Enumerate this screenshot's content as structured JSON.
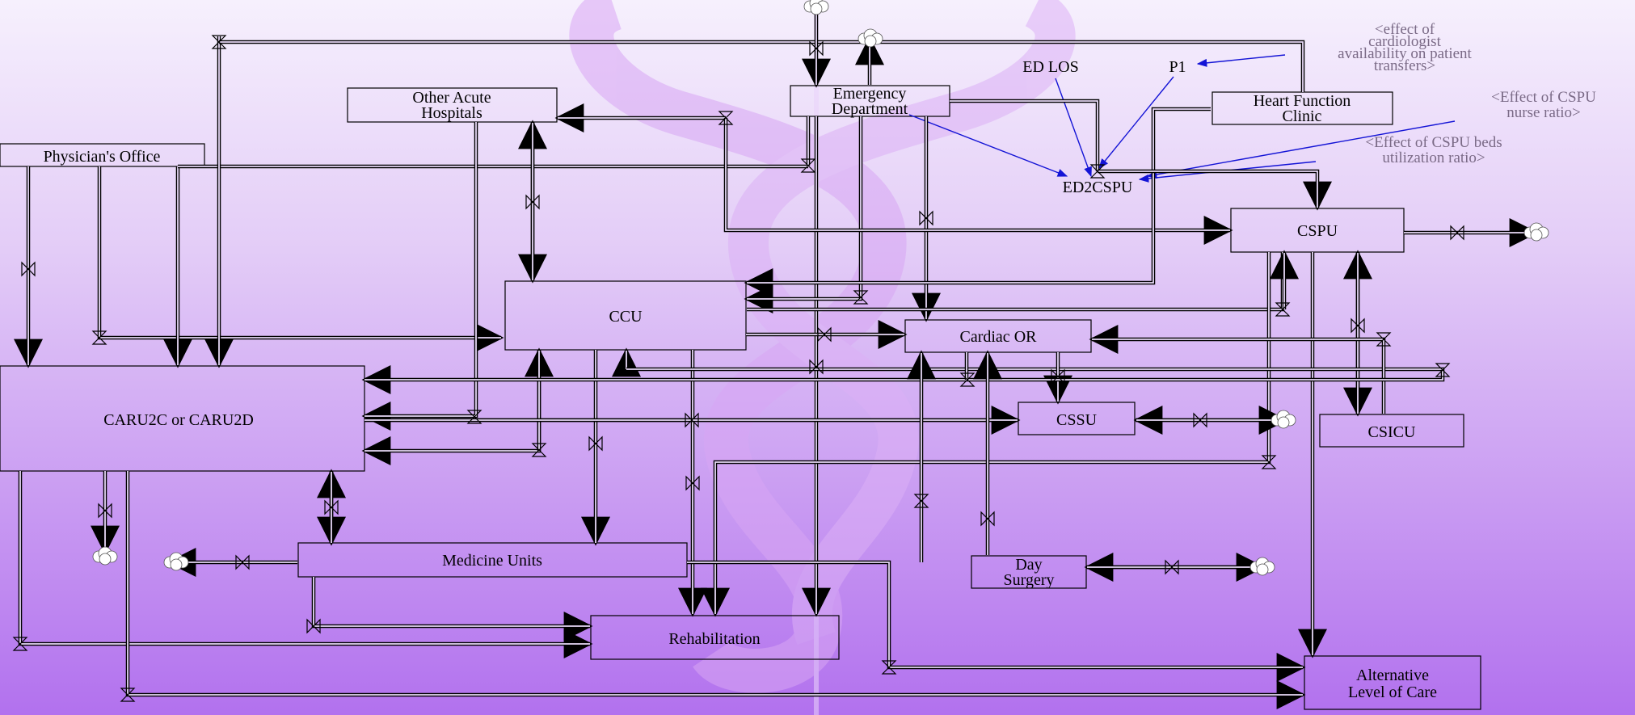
{
  "diagram": {
    "stocks": {
      "physicians_office": [
        "Physician's Office"
      ],
      "other_acute": [
        "Other Acute",
        "Hospitals"
      ],
      "emergency": [
        "Emergency",
        "Department"
      ],
      "heart_function": [
        "Heart Function",
        "Clinic"
      ],
      "ccu": [
        "CCU"
      ],
      "cspu": [
        "CSPU"
      ],
      "cardiac_or": [
        "Cardiac OR"
      ],
      "caru": [
        "CARU2C or CARU2D"
      ],
      "cssu": [
        "CSSU"
      ],
      "csicu": [
        "CSICU"
      ],
      "medicine": [
        "Medicine Units"
      ],
      "day_surgery": [
        "Day",
        "Surgery"
      ],
      "rehab": [
        "Rehabilitation"
      ],
      "alc": [
        "Alternative",
        "Level of Care"
      ]
    },
    "variables": {
      "ed_los": "ED LOS",
      "p1": "P1",
      "ed2cspu": "ED2CSPU"
    },
    "shadow_variables": {
      "cardiologist": [
        "<effect of",
        "cardiologist",
        "availability on patient",
        "transfers>"
      ],
      "nurse_ratio": [
        "<Effect of CSPU",
        "nurse ratio>"
      ],
      "beds_ratio": [
        "<Effect of CSPU beds",
        "utilization ratio>"
      ]
    },
    "colors": {
      "link": "#1414d6",
      "box": "#000000",
      "shadow_text": "#7a6a86",
      "background_top": "#f6f0fd",
      "background_bottom": "#b271ee",
      "caduceus": "#d8a6f4"
    }
  }
}
